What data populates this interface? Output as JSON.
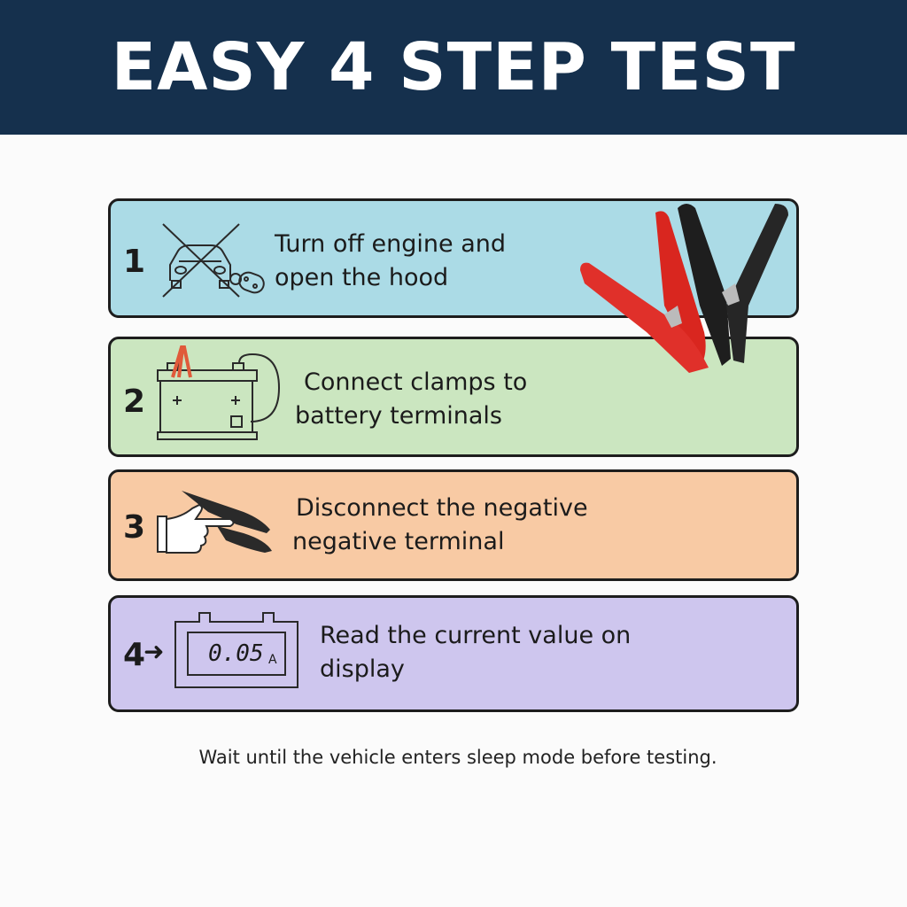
{
  "header": {
    "title": "EASY 4 STEP TEST"
  },
  "steps": [
    {
      "number": "1",
      "line1": "Turn off engine and",
      "line2": "open the hood",
      "color": "#abdbe6"
    },
    {
      "number": "2",
      "line1": "Connect clamps to",
      "line2": "battery terminals",
      "color": "#cbe6c0"
    },
    {
      "number": "3",
      "line1": "Disconnect the negative",
      "line2": "negative terminal",
      "color": "#f8caa4"
    },
    {
      "number": "4",
      "line1": "Read the current value on",
      "line2": "display",
      "color": "#cec6ee"
    }
  ],
  "display": {
    "value": "0.05",
    "unit": "A"
  },
  "footer": {
    "note": "Wait until the vehicle enters sleep mode before testing."
  }
}
